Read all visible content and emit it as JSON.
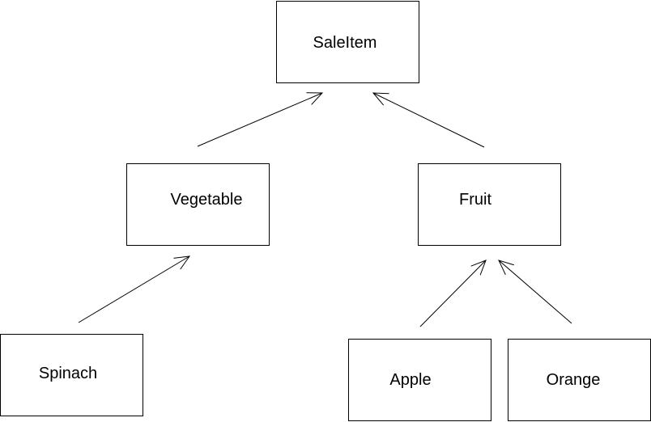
{
  "nodes": {
    "saleitem": "SaleItem",
    "vegetable": "Vegetable",
    "fruit": "Fruit",
    "spinach": "Spinach",
    "apple": "Apple",
    "orange": "Orange"
  },
  "edges": [
    {
      "from": "Vegetable",
      "to": "SaleItem"
    },
    {
      "from": "Fruit",
      "to": "SaleItem"
    },
    {
      "from": "Spinach",
      "to": "Vegetable"
    },
    {
      "from": "Apple",
      "to": "Fruit"
    },
    {
      "from": "Orange",
      "to": "Fruit"
    }
  ]
}
